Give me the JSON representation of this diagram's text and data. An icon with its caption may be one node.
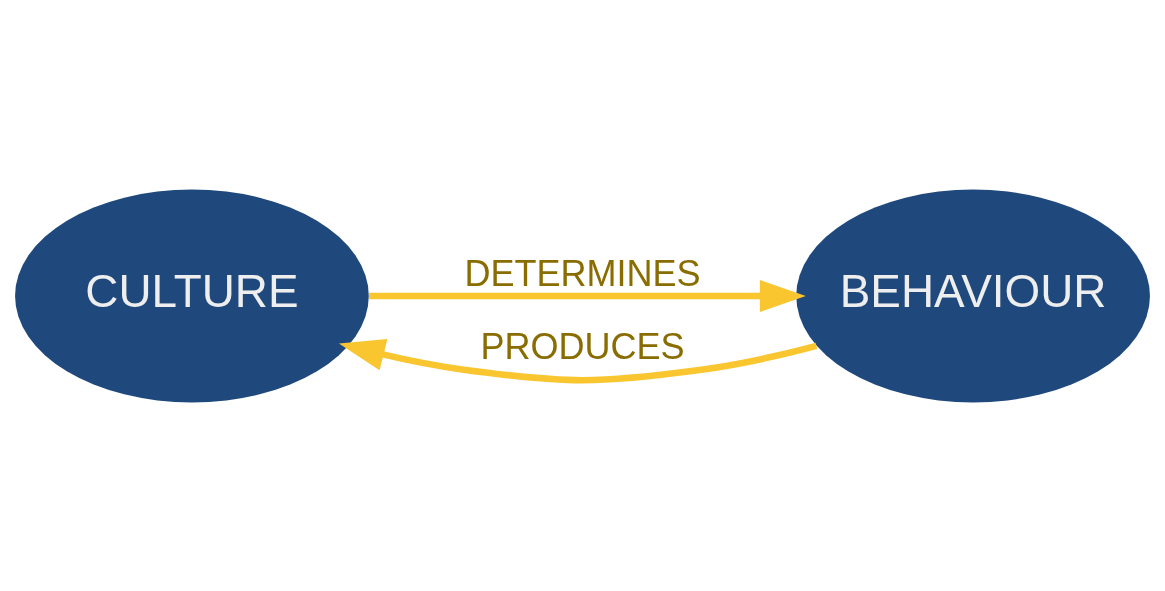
{
  "diagram": {
    "nodes": [
      {
        "text": [
          "CULTURE"
        ]
      },
      {
        "text": [
          "BEHAVIOUR"
        ]
      }
    ],
    "edges": [
      {
        "from": 0,
        "to": 1,
        "arrow": "to",
        "label": "DETERMINES"
      },
      {
        "from": 1,
        "to": 0,
        "arrow": "to",
        "label": "PRODUCES"
      }
    ]
  }
}
